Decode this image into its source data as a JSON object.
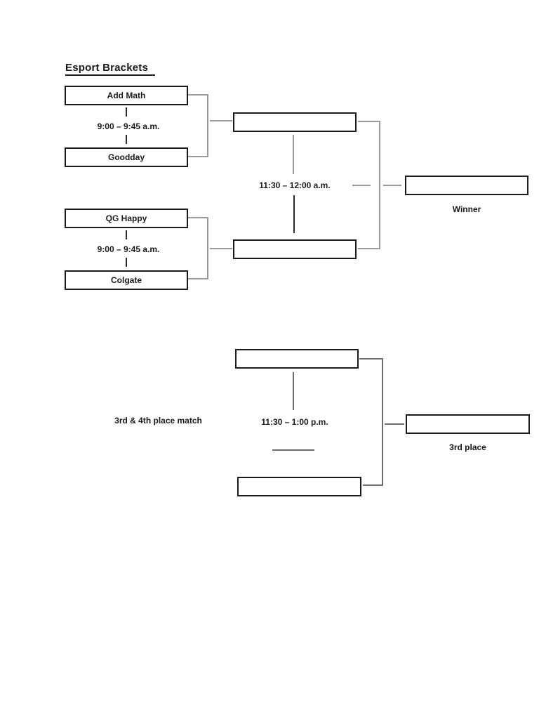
{
  "title": "Esport Brackets",
  "bracket": {
    "match1": {
      "team1": "Add Math",
      "team2": "Goodday",
      "time": "9:00 – 9:45 a.m."
    },
    "match2": {
      "team1": "QG Happy",
      "team2": "Colgate",
      "time": "9:00 – 9:45 a.m."
    },
    "semifinal1_winner": "",
    "semifinal2_winner": "",
    "final_time": "11:30 – 12:00 a.m.",
    "champion": "",
    "winner_label": "Winner"
  },
  "third_place": {
    "section_label": "3rd & 4th place match",
    "time": "11:30 – 1:00 p.m.",
    "contestant1": "",
    "contestant2": "",
    "result": "",
    "result_label": "3rd place"
  },
  "colors": {
    "text": "#1a1a1a",
    "box_border": "#1a1a1a",
    "connector_light": "#9a9a9a",
    "connector_dark": "#2b2b2b",
    "page_background": "#ffffff"
  }
}
